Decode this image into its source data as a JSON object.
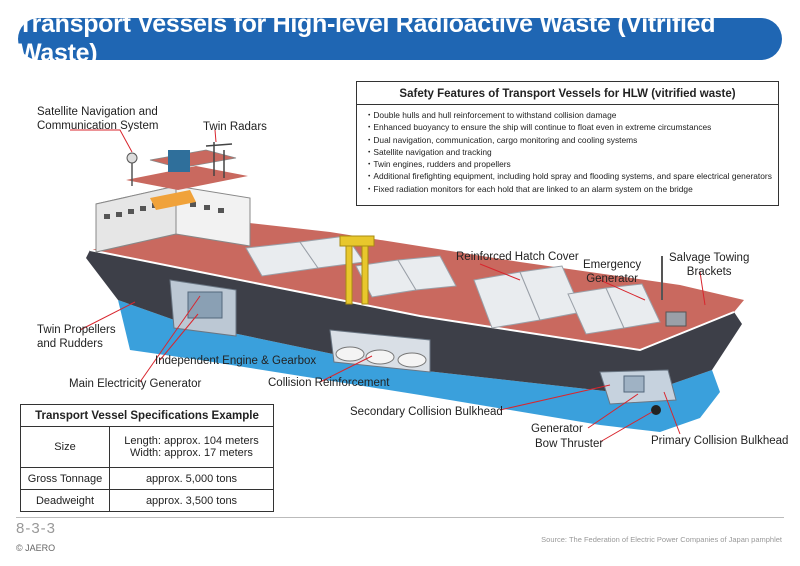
{
  "title": "Transport Vessels for High-level Radioactive Waste (Vitrified Waste)",
  "safety_box": {
    "heading": "Safety Features of Transport Vessels for HLW (vitrified waste)",
    "items": [
      "Double hulls and hull reinforcement to withstand collision damage",
      "Enhanced buoyancy to ensure the ship will continue to float even in extreme circumstances",
      "Dual navigation, communication, cargo monitoring and cooling systems",
      "Satellite navigation and tracking",
      "Twin engines, rudders and propellers",
      "Additional firefighting equipment, including hold spray and flooding systems, and spare electrical generators",
      "Fixed radiation monitors for each hold that are linked to an alarm system on the bridge"
    ]
  },
  "labels": {
    "satellite": "Satellite Navigation and\nCommunication System",
    "twin_radars": "Twin Radars",
    "hatch_cover": "Reinforced Hatch Cover",
    "emergency_generator": "Emergency\nGenerator",
    "salvage_towing": "Salvage Towing\nBrackets",
    "twin_propellers": "Twin Propellers\nand Rudders",
    "independent_engine": "Independent Engine & Gearbox",
    "main_generator": "Main Electricity Generator",
    "collision_reinforcement": "Collision Reinforcement",
    "secondary_bulkhead": "Secondary Collision Bulkhead",
    "generator": "Generator",
    "bow_thruster": "Bow Thruster",
    "primary_bulkhead": "Primary Collision Bulkhead"
  },
  "spec_table": {
    "heading": "Transport Vessel Specifications Example",
    "rows": [
      {
        "name": "Size",
        "value_line1": "Length: approx. 104 meters",
        "value_line2": "Width: approx. 17 meters"
      },
      {
        "name": "Gross Tonnage",
        "value_line1": "approx. 5,000 tons"
      },
      {
        "name": "Deadweight",
        "value_line1": "approx. 3,500 tons"
      }
    ]
  },
  "page_number": "8-3-3",
  "copyright": "© JAERO",
  "source": "Source: The Federation of Electric Power Companies of Japan pamphlet",
  "colors": {
    "title_bar": "#1f66b3",
    "hull_dark": "#3d3f48",
    "deck_red": "#c9695f",
    "underwater_blue": "#3aa0dc",
    "leader_red": "#d8262e"
  }
}
